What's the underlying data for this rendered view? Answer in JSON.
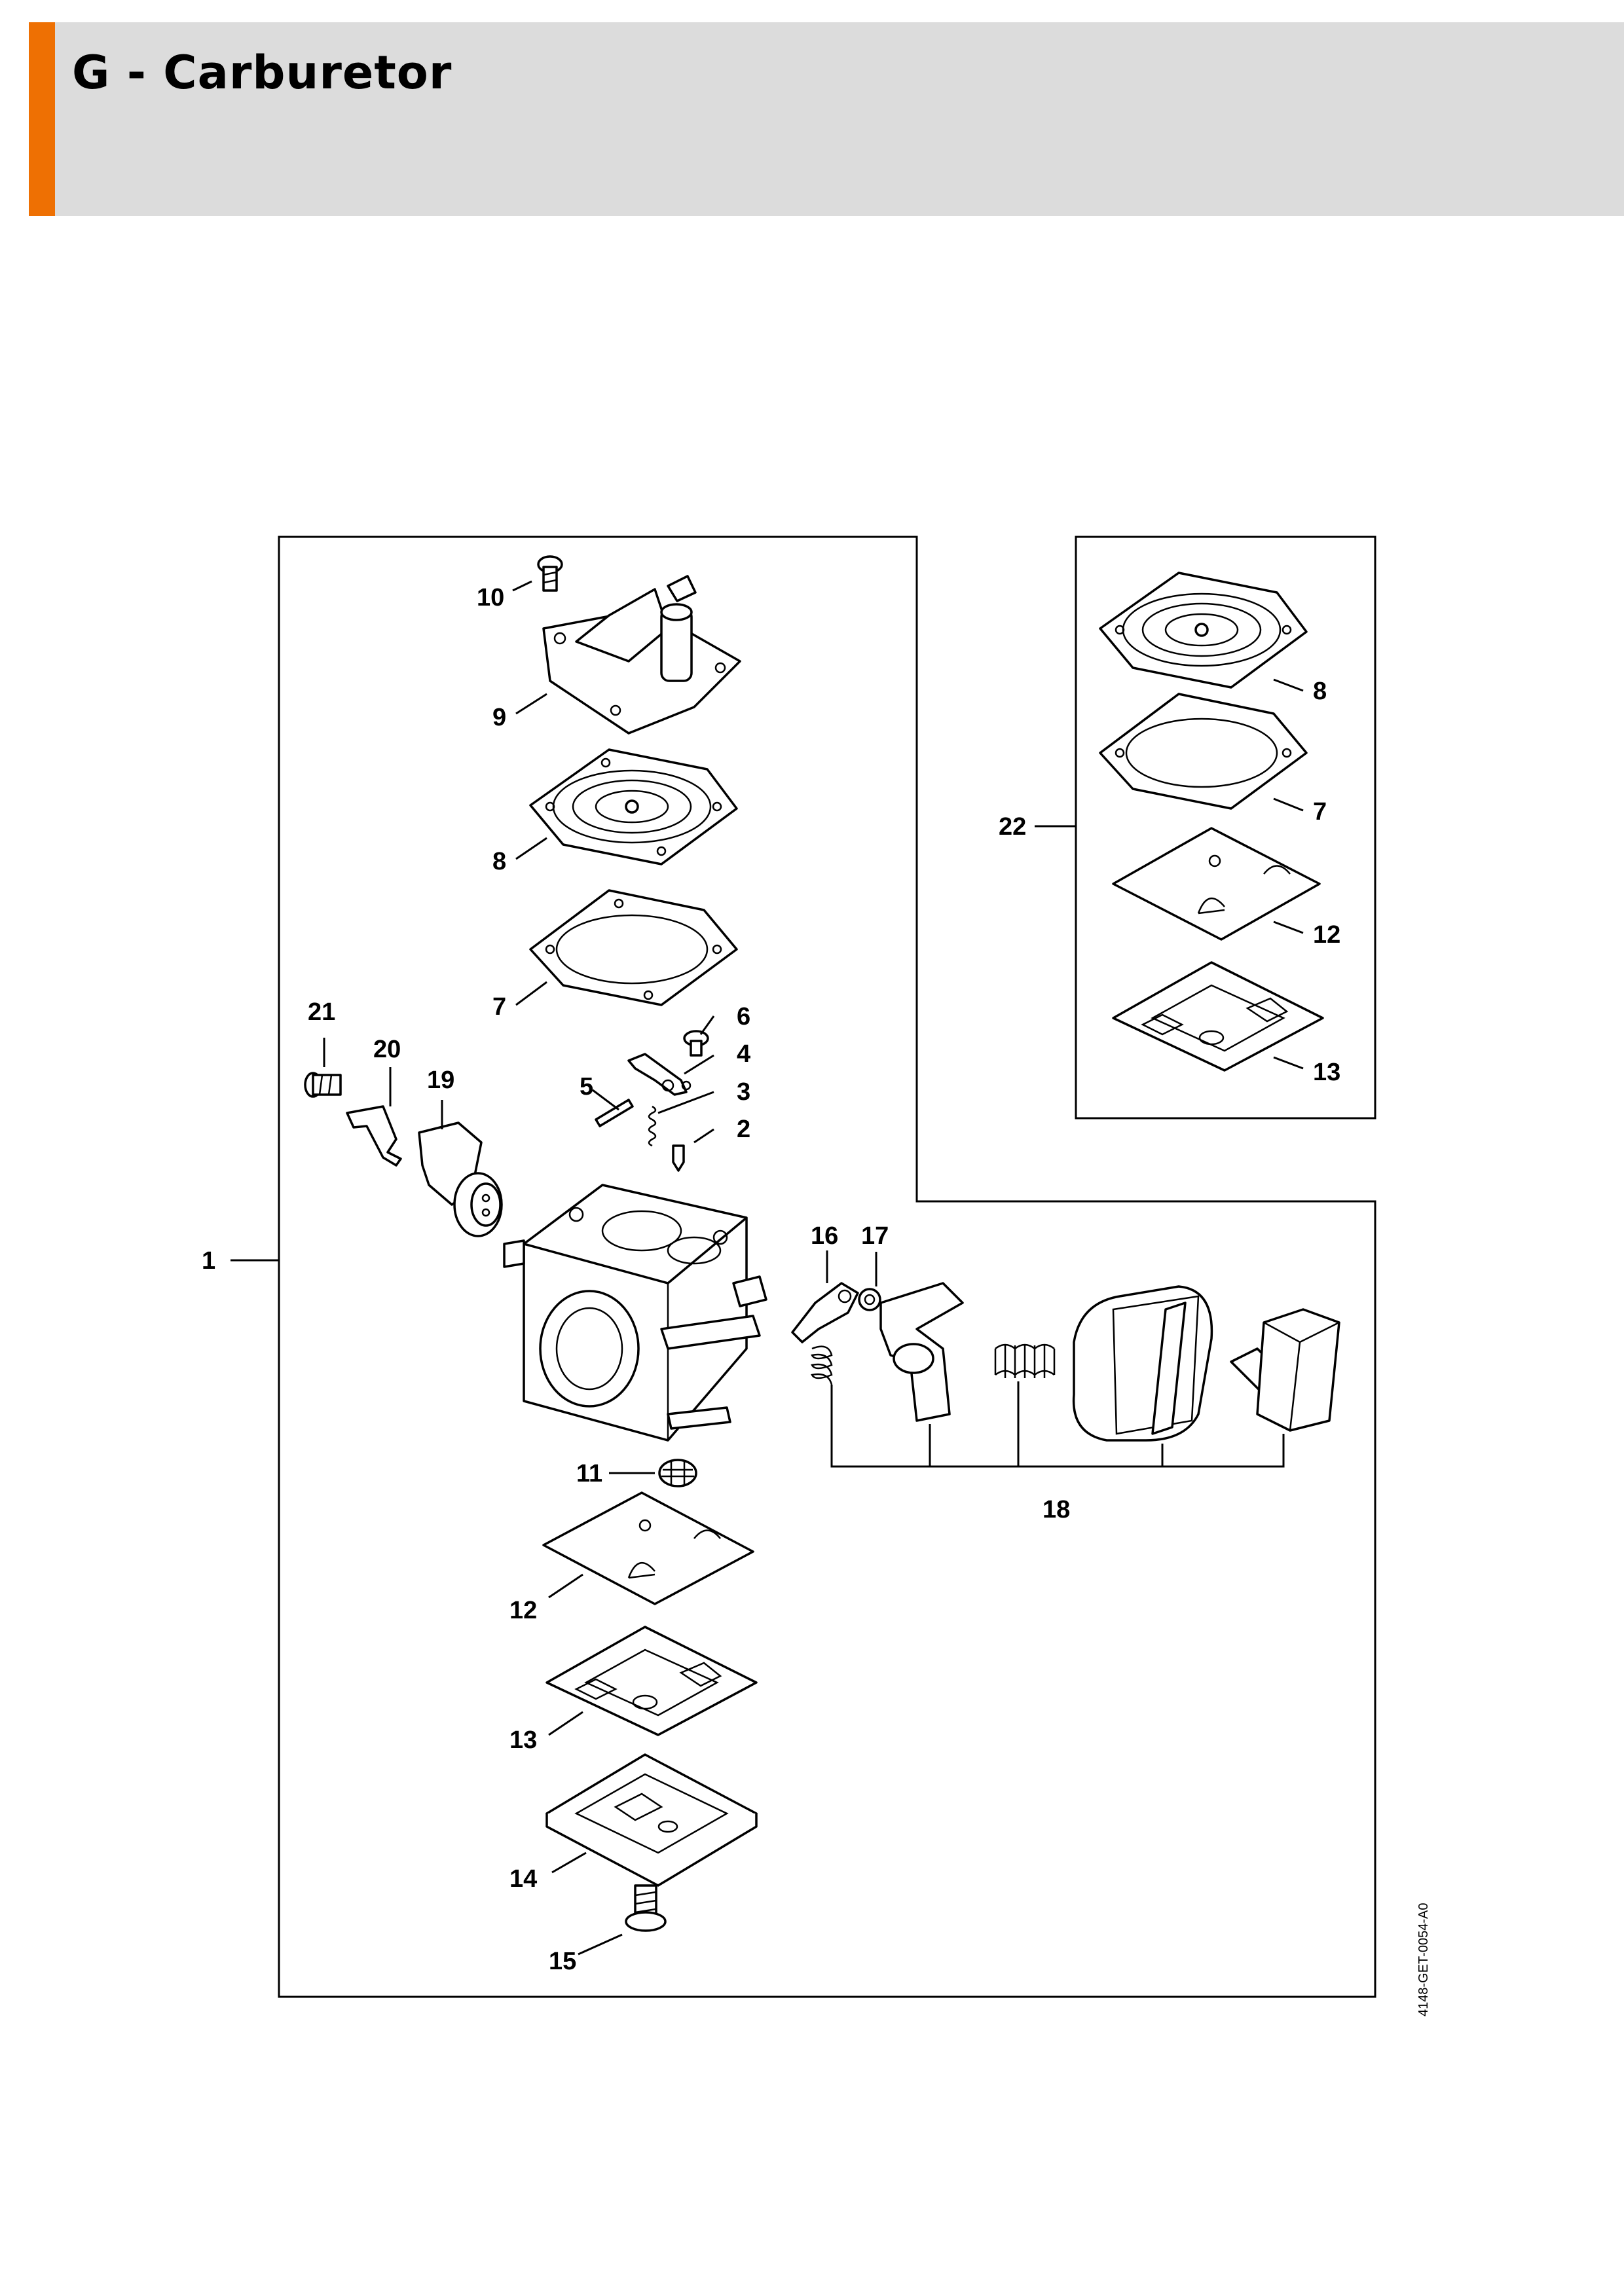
{
  "header": {
    "title": "G - Carburetor",
    "accent_color": "#ee7003",
    "background_color": "#dcdcdc"
  },
  "diagram": {
    "document_code": "4148-GET-0054-A0",
    "callouts": {
      "c1": "1",
      "c2": "2",
      "c3": "3",
      "c4": "4",
      "c5": "5",
      "c6": "6",
      "c7": "7",
      "c8": "8",
      "c9": "9",
      "c10": "10",
      "c11": "11",
      "c12": "12",
      "c13": "13",
      "c14": "14",
      "c15": "15",
      "c16": "16",
      "c17": "17",
      "c18": "18",
      "c19": "19",
      "c20": "20",
      "c21": "21",
      "c22": "22",
      "k7": "7",
      "k8": "8",
      "k12": "12",
      "k13": "13"
    }
  }
}
